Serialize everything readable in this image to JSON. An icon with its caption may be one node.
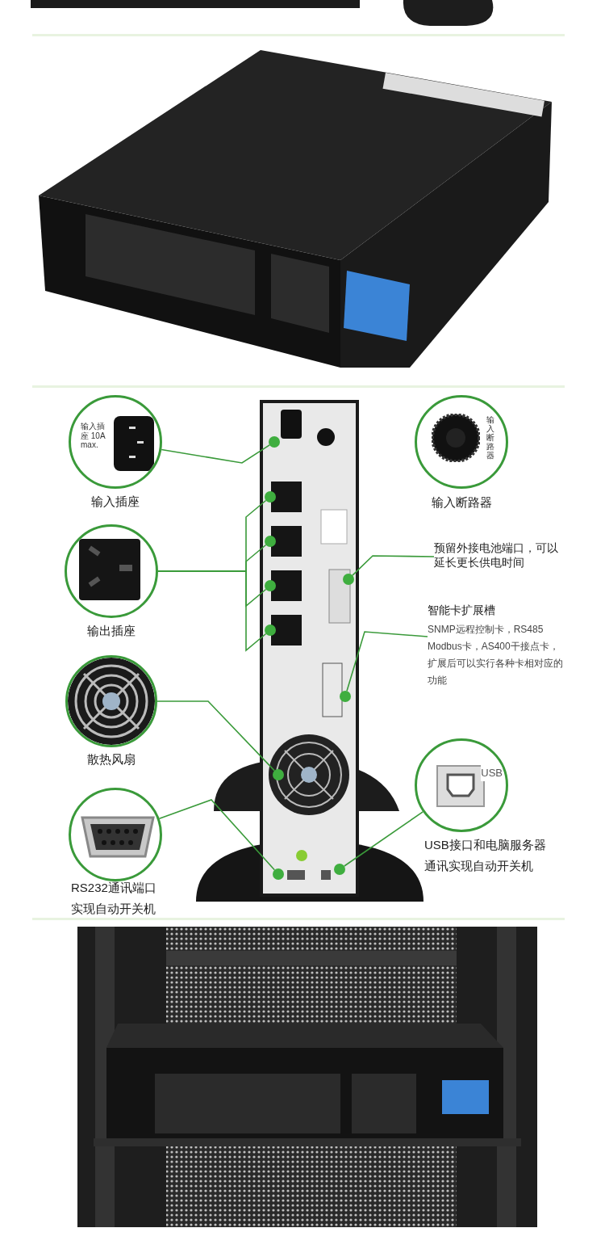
{
  "diagram": {
    "nodes": [
      {
        "text": [
          "输入插座 10A max."
        ],
        "beside": [
          "输入插座"
        ]
      },
      {
        "text": [],
        "shape": "picture",
        "beside": [
          "输出插座"
        ]
      },
      {
        "text": [],
        "shape": "picture",
        "beside": [
          "散热风扇"
        ]
      },
      {
        "text": [],
        "shape": "picture",
        "beside": [
          "RS232通讯端口实现自动开关机"
        ]
      },
      {
        "text": [
          "输入断路器"
        ],
        "beside": [
          "输入断路器"
        ]
      },
      {
        "text": [
          "预留外接电池端口，可以延长更长供电时间"
        ]
      },
      {
        "text": [
          "智能卡扩展槽",
          "SNMP远程控制卡，RS485 Modbus卡，AS400干接点卡，扩展后可以实行各种卡相对应的功能"
        ]
      },
      {
        "text": [
          "USB"
        ],
        "beside": [
          "USB接口和电脑服务器通讯实现自动开关机"
        ]
      },
      {
        "text": [],
        "shape": "picture"
      },
      {
        "text": [],
        "shape": "circle",
        "in": 8
      },
      {
        "text": [],
        "shape": "circle",
        "in": 8
      },
      {
        "text": [],
        "shape": "circle",
        "in": 8
      },
      {
        "text": [],
        "shape": "circle",
        "in": 8
      },
      {
        "text": [],
        "shape": "circle",
        "in": 8
      },
      {
        "text": [],
        "shape": "circle",
        "in": 8
      },
      {
        "text": [],
        "shape": "circle",
        "in": 8
      },
      {
        "text": [],
        "shape": "circle",
        "in": 8
      },
      {
        "text": [],
        "shape": "circle",
        "in": 8
      },
      {
        "text": [],
        "shape": "circle",
        "in": 8
      }
    ],
    "edges": [
      {
        "from": 0,
        "to": 9,
        "arrow": "none"
      },
      {
        "from": 1,
        "to": 10,
        "arrow": "none"
      },
      {
        "from": 1,
        "to": 11,
        "arrow": "none"
      },
      {
        "from": 1,
        "to": 12,
        "arrow": "none"
      },
      {
        "from": 1,
        "to": 13,
        "arrow": "none"
      },
      {
        "from": 5,
        "to": 14,
        "arrow": "none"
      },
      {
        "from": 6,
        "to": 15,
        "arrow": "none"
      },
      {
        "from": 2,
        "to": 16,
        "arrow": "none"
      },
      {
        "from": 3,
        "to": 17,
        "arrow": "none"
      },
      {
        "from": 7,
        "to": 18,
        "arrow": "none"
      }
    ]
  }
}
